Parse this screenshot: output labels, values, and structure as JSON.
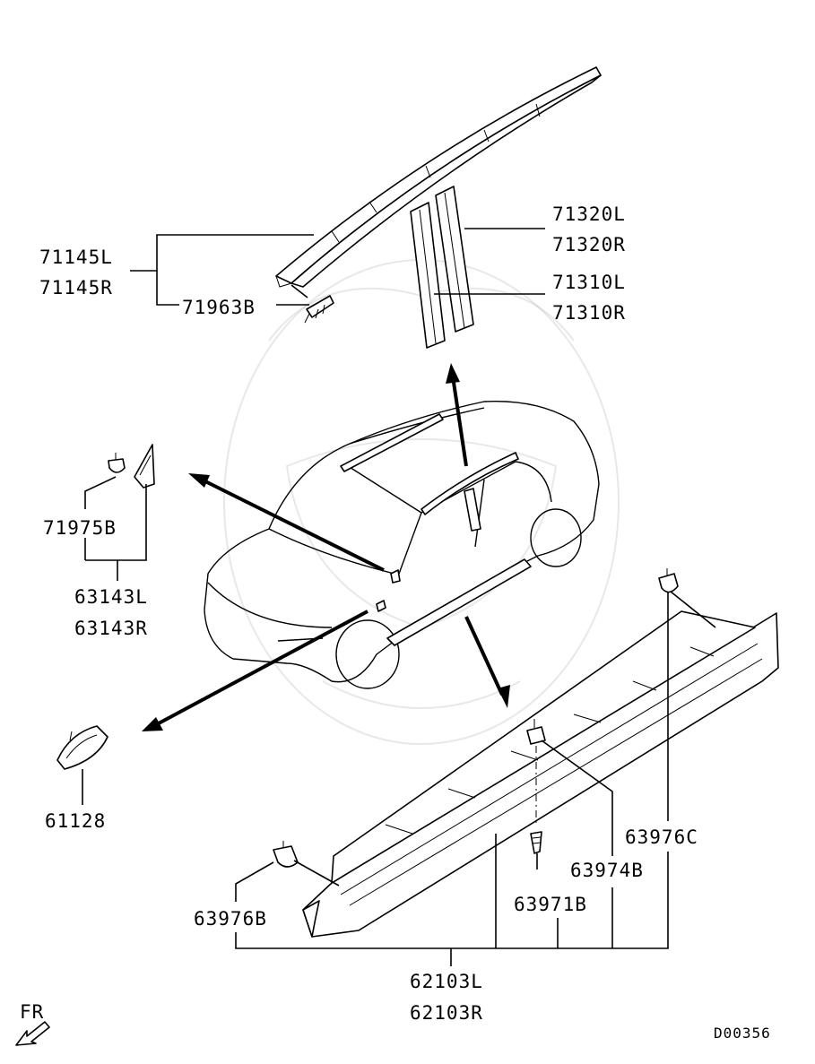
{
  "labels": {
    "p71145L": "71145L",
    "p71145R": "71145R",
    "p71963B": "71963B",
    "p71320L": "71320L",
    "p71320R": "71320R",
    "p71310L": "71310L",
    "p71310R": "71310R",
    "p71975B": "71975B",
    "p63143L": "63143L",
    "p63143R": "63143R",
    "p61128": "61128",
    "p63976C": "63976C",
    "p63974B": "63974B",
    "p63971B": "63971B",
    "p63976B": "63976B",
    "p62103L": "62103L",
    "p62103R": "62103R"
  },
  "direction_label": "FR",
  "diagram_code": "D00356",
  "icons": {
    "front_direction": "front-arrow-icon"
  }
}
